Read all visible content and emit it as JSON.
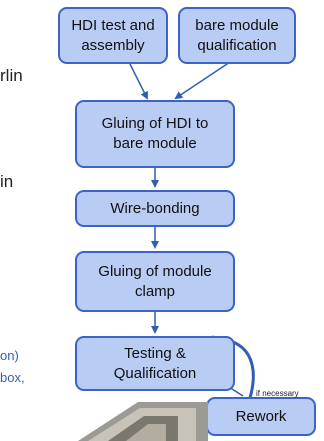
{
  "left_fragments": {
    "line1": "rlin",
    "line2": "in",
    "line3": "on)",
    "line4": "box,"
  },
  "boxes": {
    "hdi_test": "HDI test and\nassembly",
    "bare_module": "bare module\nqualification",
    "gluing_hdi": "Gluing of HDI to\nbare module",
    "wire_bonding": "Wire-bonding",
    "gluing_clamp": "Gluing of module\nclamp",
    "testing": "Testing &\nQualification",
    "rework": "Rework"
  },
  "annotations": {
    "if_necessary": "if necessary"
  },
  "colors": {
    "box_fill": "#b9ccf3",
    "box_border": "#3b63c8",
    "arrow": "#2f5fb3"
  }
}
